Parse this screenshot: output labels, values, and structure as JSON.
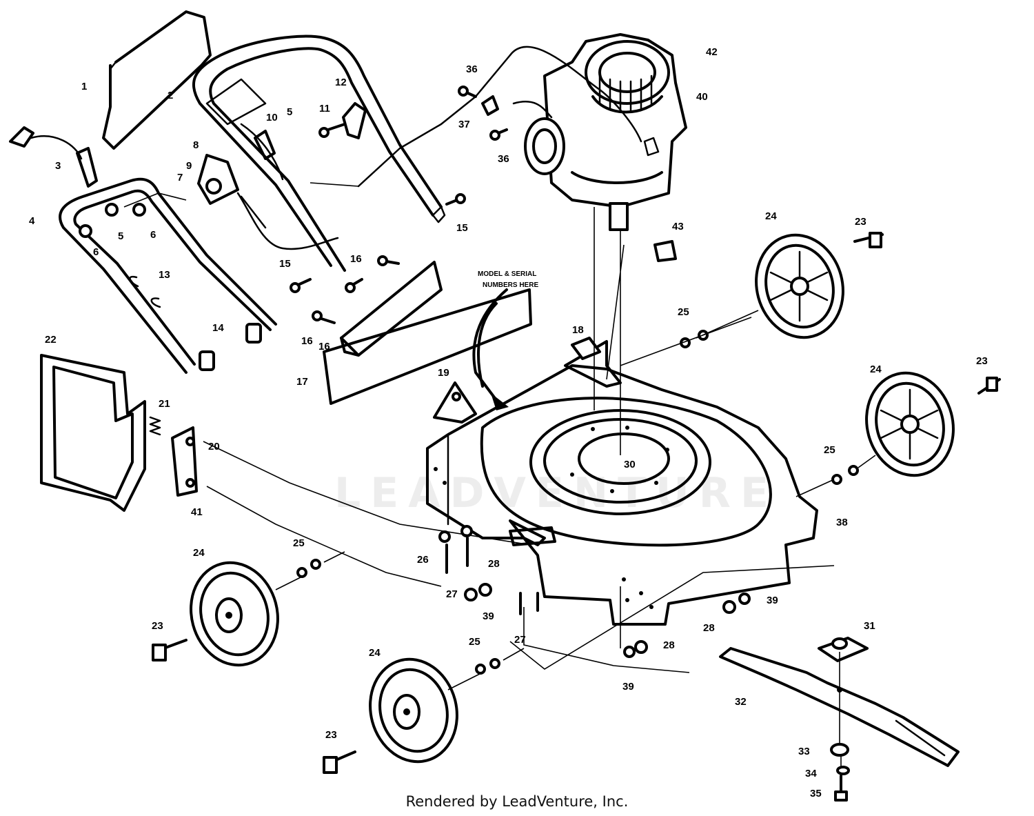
{
  "watermark": "LEADVENTURE",
  "note_text": [
    "MODEL & SERIAL",
    "NUMBERS HERE"
  ],
  "footer_text": "Rendered by LeadVenture, Inc.",
  "callouts": [
    {
      "id": "c1",
      "label": "1"
    },
    {
      "id": "c2",
      "label": "2"
    },
    {
      "id": "c3",
      "label": "3"
    },
    {
      "id": "c4",
      "label": "4"
    },
    {
      "id": "c5a",
      "label": "5"
    },
    {
      "id": "c5b",
      "label": "5"
    },
    {
      "id": "c6a",
      "label": "6"
    },
    {
      "id": "c6b",
      "label": "6"
    },
    {
      "id": "c7",
      "label": "7"
    },
    {
      "id": "c8",
      "label": "8"
    },
    {
      "id": "c9",
      "label": "9"
    },
    {
      "id": "c10",
      "label": "10"
    },
    {
      "id": "c11",
      "label": "11"
    },
    {
      "id": "c12",
      "label": "12"
    },
    {
      "id": "c13",
      "label": "13"
    },
    {
      "id": "c14",
      "label": "14"
    },
    {
      "id": "c15a",
      "label": "15"
    },
    {
      "id": "c15b",
      "label": "15"
    },
    {
      "id": "c16a",
      "label": "16"
    },
    {
      "id": "c16b",
      "label": "16"
    },
    {
      "id": "c16c",
      "label": "16"
    },
    {
      "id": "c17",
      "label": "17"
    },
    {
      "id": "c18",
      "label": "18"
    },
    {
      "id": "c19",
      "label": "19"
    },
    {
      "id": "c20",
      "label": "20"
    },
    {
      "id": "c21",
      "label": "21"
    },
    {
      "id": "c22",
      "label": "22"
    },
    {
      "id": "c23a",
      "label": "23"
    },
    {
      "id": "c23b",
      "label": "23"
    },
    {
      "id": "c23c",
      "label": "23"
    },
    {
      "id": "c23d",
      "label": "23"
    },
    {
      "id": "c24a",
      "label": "24"
    },
    {
      "id": "c24b",
      "label": "24"
    },
    {
      "id": "c24c",
      "label": "24"
    },
    {
      "id": "c24d",
      "label": "24"
    },
    {
      "id": "c25a",
      "label": "25"
    },
    {
      "id": "c25b",
      "label": "25"
    },
    {
      "id": "c25c",
      "label": "25"
    },
    {
      "id": "c25d",
      "label": "25"
    },
    {
      "id": "c26",
      "label": "26"
    },
    {
      "id": "c27a",
      "label": "27"
    },
    {
      "id": "c27b",
      "label": "27"
    },
    {
      "id": "c28a",
      "label": "28"
    },
    {
      "id": "c28b",
      "label": "28"
    },
    {
      "id": "c28c",
      "label": "28"
    },
    {
      "id": "c30",
      "label": "30"
    },
    {
      "id": "c31",
      "label": "31"
    },
    {
      "id": "c32",
      "label": "32"
    },
    {
      "id": "c33",
      "label": "33"
    },
    {
      "id": "c34",
      "label": "34"
    },
    {
      "id": "c35",
      "label": "35"
    },
    {
      "id": "c36a",
      "label": "36"
    },
    {
      "id": "c36b",
      "label": "36"
    },
    {
      "id": "c37",
      "label": "37"
    },
    {
      "id": "c38",
      "label": "38"
    },
    {
      "id": "c39a",
      "label": "39"
    },
    {
      "id": "c39b",
      "label": "39"
    },
    {
      "id": "c39c",
      "label": "39"
    },
    {
      "id": "c40",
      "label": "40"
    },
    {
      "id": "c41",
      "label": "41"
    },
    {
      "id": "c42",
      "label": "42"
    },
    {
      "id": "c43",
      "label": "43"
    }
  ]
}
